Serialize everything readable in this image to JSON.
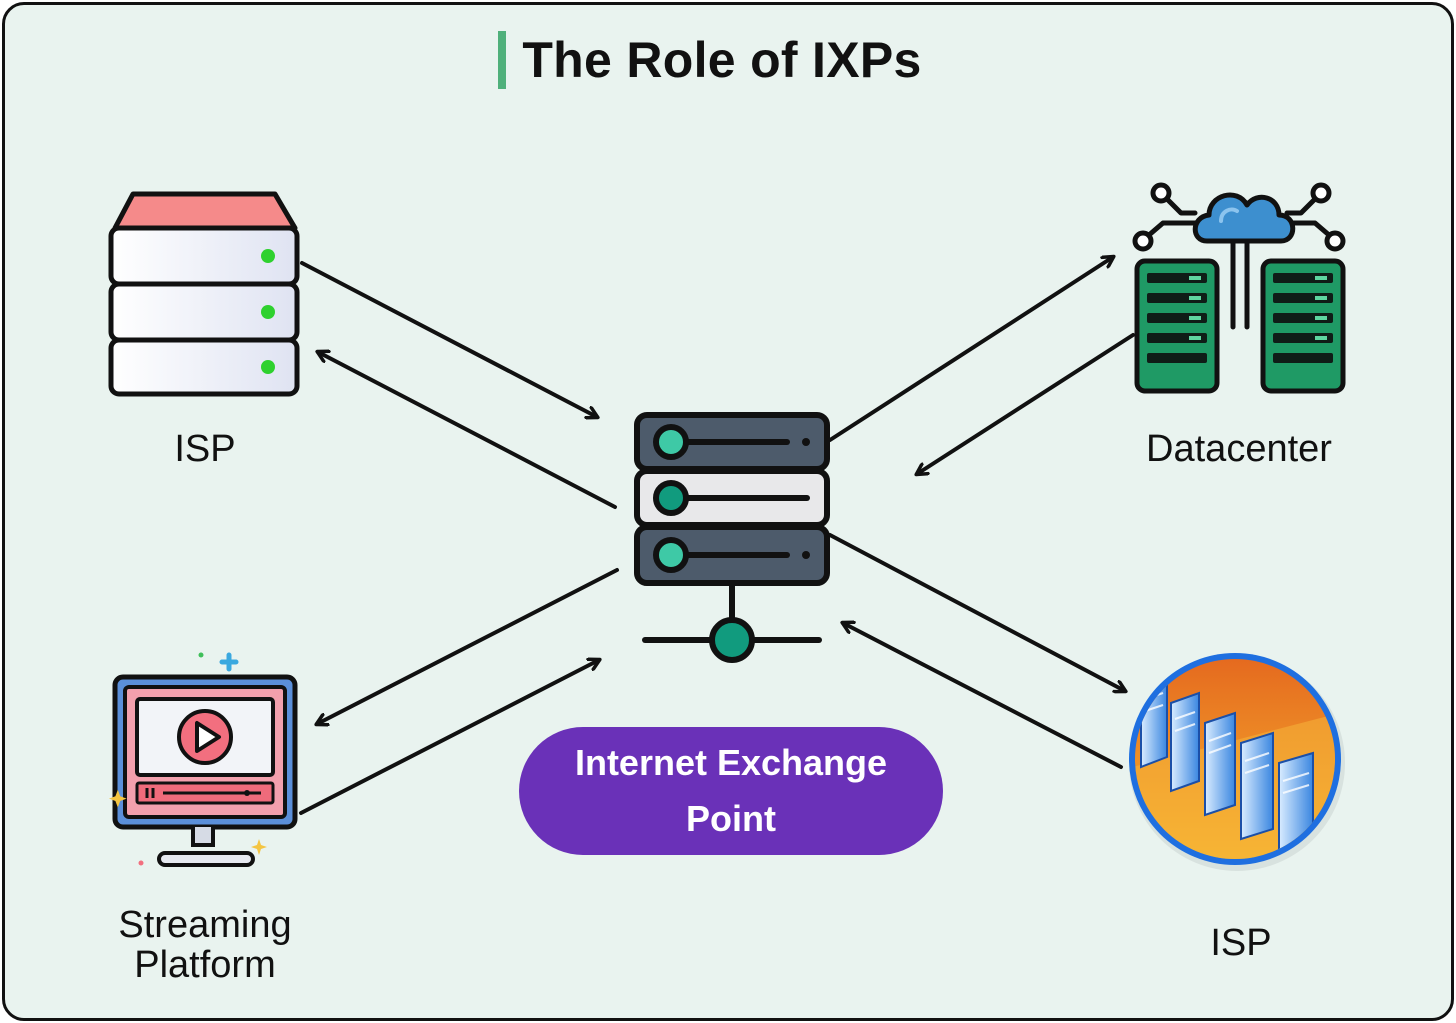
{
  "title": "The Role of IXPs",
  "center": {
    "label": "Internet Exchange Point",
    "icon": "server-rack-icon"
  },
  "nodes": {
    "isp_top_left": {
      "label": "ISP",
      "icon": "server-stack-icon"
    },
    "datacenter": {
      "label": "Datacenter",
      "icon": "cloud-datacenter-icon"
    },
    "streaming": {
      "label": "Streaming Platform",
      "icon": "video-monitor-icon"
    },
    "isp_bottom_right": {
      "label": "ISP",
      "icon": "server-racks-circle-icon"
    }
  },
  "colors": {
    "background": "#e9f3ef",
    "accent_bar": "#4fb07b",
    "pill": "#6a31b8",
    "server_top": "#f58a8a",
    "teal": "#119b7e",
    "datacenter_green": "#1f9a65",
    "cloud_blue": "#3d8fcf"
  }
}
